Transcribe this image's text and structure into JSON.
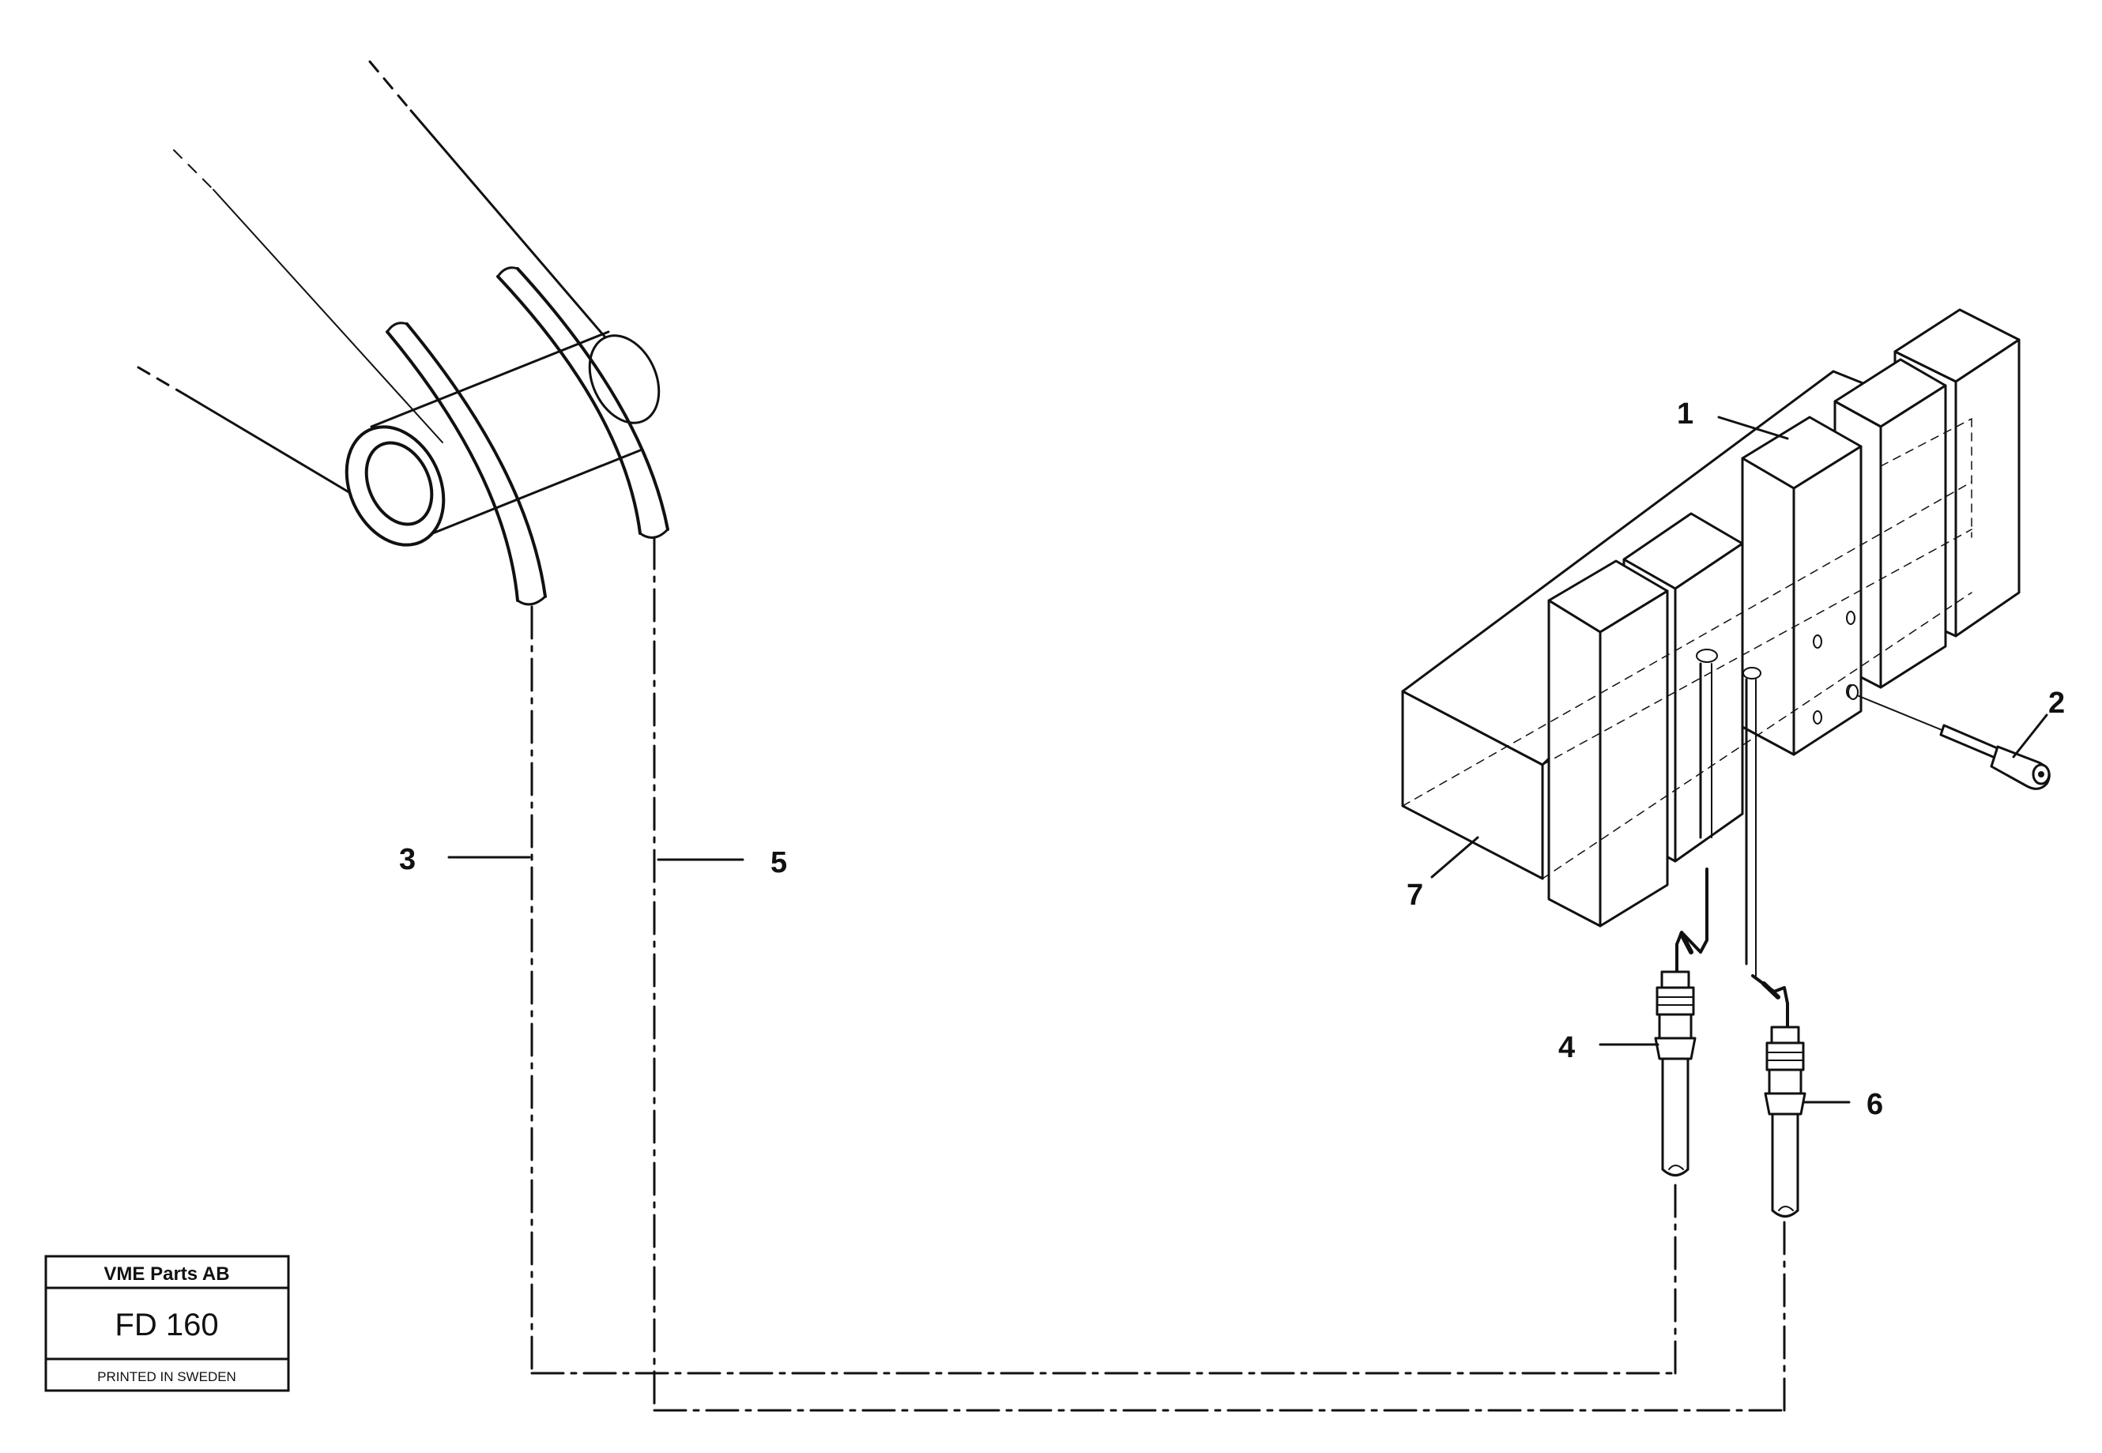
{
  "callouts": {
    "c1": "1",
    "c2": "2",
    "c3": "3",
    "c4": "4",
    "c5": "5",
    "c6": "6",
    "c7": "7"
  },
  "stamp": {
    "company": "VME Parts AB",
    "code": "FD 160",
    "printed": "PRINTED IN SWEDEN"
  },
  "colors": {
    "line": "#111111",
    "background": "#ffffff"
  }
}
